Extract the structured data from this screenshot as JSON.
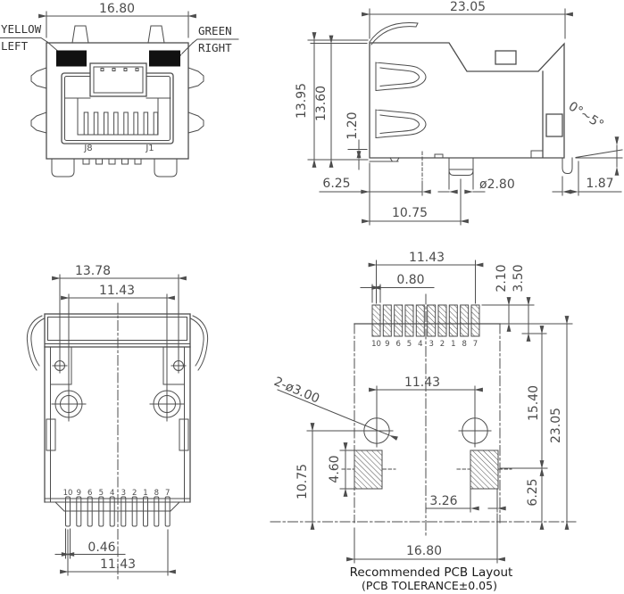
{
  "colors": {
    "line": "#4d4d4d",
    "text": "#4c4c4c",
    "led_fill": "#111111",
    "caption": "#1a1a1a",
    "background": "#ffffff"
  },
  "front_view": {
    "width": "16.80",
    "led_left": {
      "line1": "YELLOW",
      "line2": "LEFT"
    },
    "led_right": {
      "line1": "GREEN",
      "line2": "RIGHT"
    },
    "jack_left_pin": "J8",
    "jack_right_pin": "J1"
  },
  "side_view": {
    "depth": "23.05",
    "height_total": "13.95",
    "height_body": "13.60",
    "standoff": "1.20",
    "post1_offset": "6.25",
    "post_dia": "ø2.80",
    "post2_offset": "10.75",
    "tail_offset": "1.87",
    "tilt_angle": "0°~5°"
  },
  "top_view": {
    "span_outer": "13.78",
    "span_posts": "11.43",
    "pins": [
      "10",
      "9",
      "6",
      "5",
      "4",
      "3",
      "2",
      "1",
      "8",
      "7"
    ],
    "pin_width": "0.46",
    "pin_span": "11.43"
  },
  "pcb_layout": {
    "pad_span": "11.43",
    "pad_width": "0.80",
    "edge_offset": "2.10",
    "pad_depth": "3.50",
    "pads": [
      "10",
      "9",
      "6",
      "5",
      "4",
      "3",
      "2",
      "1",
      "8",
      "7"
    ],
    "holes_note": "2-ø3.00",
    "hole_span": "11.43",
    "hole_to_slot": "15.40",
    "total_depth": "23.05",
    "hole_to_edge": "10.75",
    "slot_height": "4.60",
    "slot_width": "3.26",
    "slot_to_edge": "6.25",
    "total_width": "16.80",
    "caption1": "Recommended PCB Layout",
    "caption2": "(PCB TOLERANCE±0.05)"
  }
}
